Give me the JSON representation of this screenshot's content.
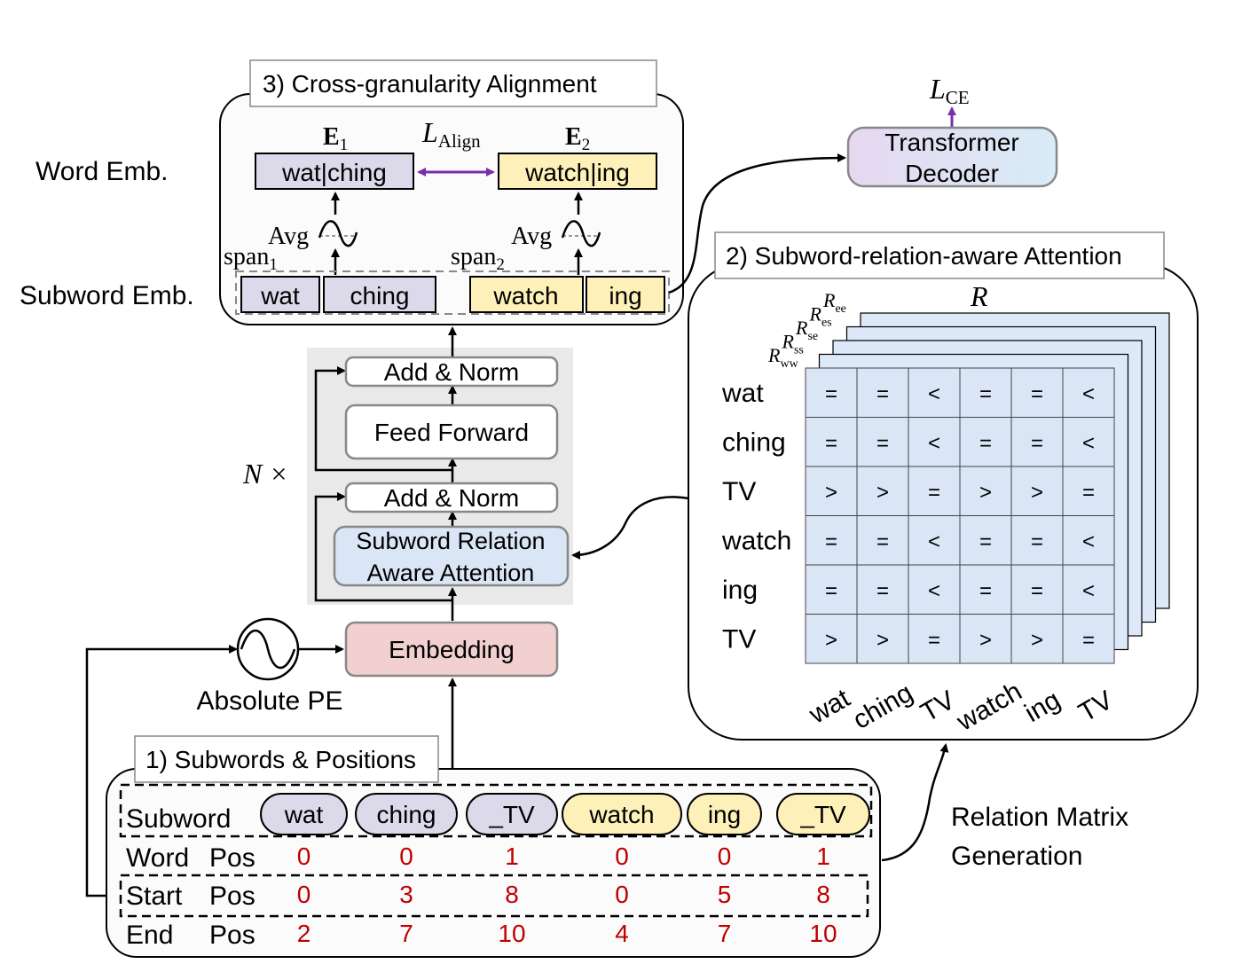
{
  "colors": {
    "purple_fill": "#dcd9ea",
    "yellow_fill": "#fdf0b8",
    "blue_fill": "#dae6f6",
    "pink_fill": "#f3d0d0",
    "gray_block": "#e9e9e9",
    "panel_fill": "#fbfbfb",
    "purple_arrow": "#7b2fa8",
    "red_number": "#c00000",
    "decoder_grad_left": "#e6d8f1",
    "decoder_grad_right": "#d8ecf6"
  },
  "left_labels": {
    "word_emb": "Word Emb.",
    "subword_emb": "Subword Emb.",
    "n_times": "N ×",
    "absolute_pe": "Absolute PE"
  },
  "alignment": {
    "title": "3) Cross-granularity Alignment",
    "e1": "E",
    "e1_sub": "1",
    "e2": "E",
    "e2_sub": "2",
    "l_align": "L",
    "l_align_sub": "Align",
    "word1": "wat|ching",
    "word2": "watch|ing",
    "avg1": "Avg",
    "avg2": "Avg",
    "span1": "span",
    "span1_sub": "1",
    "span2": "span",
    "span2_sub": "2",
    "subwords": [
      "wat",
      "ching",
      "watch",
      "ing"
    ]
  },
  "decoder": {
    "loss": "L",
    "loss_sub": "CE",
    "line1": "Transformer",
    "line2": "Decoder"
  },
  "encoder": {
    "add_norm_top": "Add & Norm",
    "feed_forward": "Feed Forward",
    "add_norm_bottom": "Add & Norm",
    "attention_line1": "Subword Relation",
    "attention_line2": "Aware Attention",
    "embedding": "Embedding"
  },
  "relation": {
    "title": "2) Subword-relation-aware Attention",
    "matrix_label": "R",
    "layers": [
      {
        "main": "R",
        "sub": "ee"
      },
      {
        "main": "R",
        "sub": "es"
      },
      {
        "main": "R",
        "sub": "se"
      },
      {
        "main": "R",
        "sub": "ss"
      },
      {
        "main": "R",
        "sub": "ww"
      }
    ],
    "row_labels": [
      "wat",
      "ching",
      "TV",
      "watch",
      "ing",
      "TV"
    ],
    "col_labels": [
      "wat",
      "ching",
      "TV",
      "watch",
      "ing",
      "TV"
    ],
    "grid": [
      [
        "=",
        "=",
        "<",
        "=",
        "=",
        "<"
      ],
      [
        "=",
        "=",
        "<",
        "=",
        "=",
        "<"
      ],
      [
        ">",
        ">",
        "=",
        ">",
        ">",
        "="
      ],
      [
        "=",
        "=",
        "<",
        "=",
        "=",
        "<"
      ],
      [
        "=",
        "=",
        "<",
        "=",
        "=",
        "<"
      ],
      [
        ">",
        ">",
        "=",
        ">",
        ">",
        "="
      ]
    ]
  },
  "positions": {
    "title": "1) Subwords & Positions",
    "subword_label": "Subword",
    "subwords": [
      {
        "text": "wat",
        "group": "purple"
      },
      {
        "text": "ching",
        "group": "purple"
      },
      {
        "text": "_TV",
        "group": "purple"
      },
      {
        "text": "watch",
        "group": "yellow"
      },
      {
        "text": "ing",
        "group": "yellow"
      },
      {
        "text": "_TV",
        "group": "yellow"
      }
    ],
    "rows": [
      {
        "label1": "Word",
        "label2": "Pos",
        "values": [
          "0",
          "0",
          "1",
          "0",
          "0",
          "1"
        ]
      },
      {
        "label1": "Start",
        "label2": "Pos",
        "values": [
          "0",
          "3",
          "8",
          "0",
          "5",
          "8"
        ]
      },
      {
        "label1": "End",
        "label2": "Pos",
        "values": [
          "2",
          "7",
          "10",
          "4",
          "7",
          "10"
        ]
      }
    ]
  },
  "relation_generation": {
    "line1": "Relation Matrix",
    "line2": "Generation"
  }
}
